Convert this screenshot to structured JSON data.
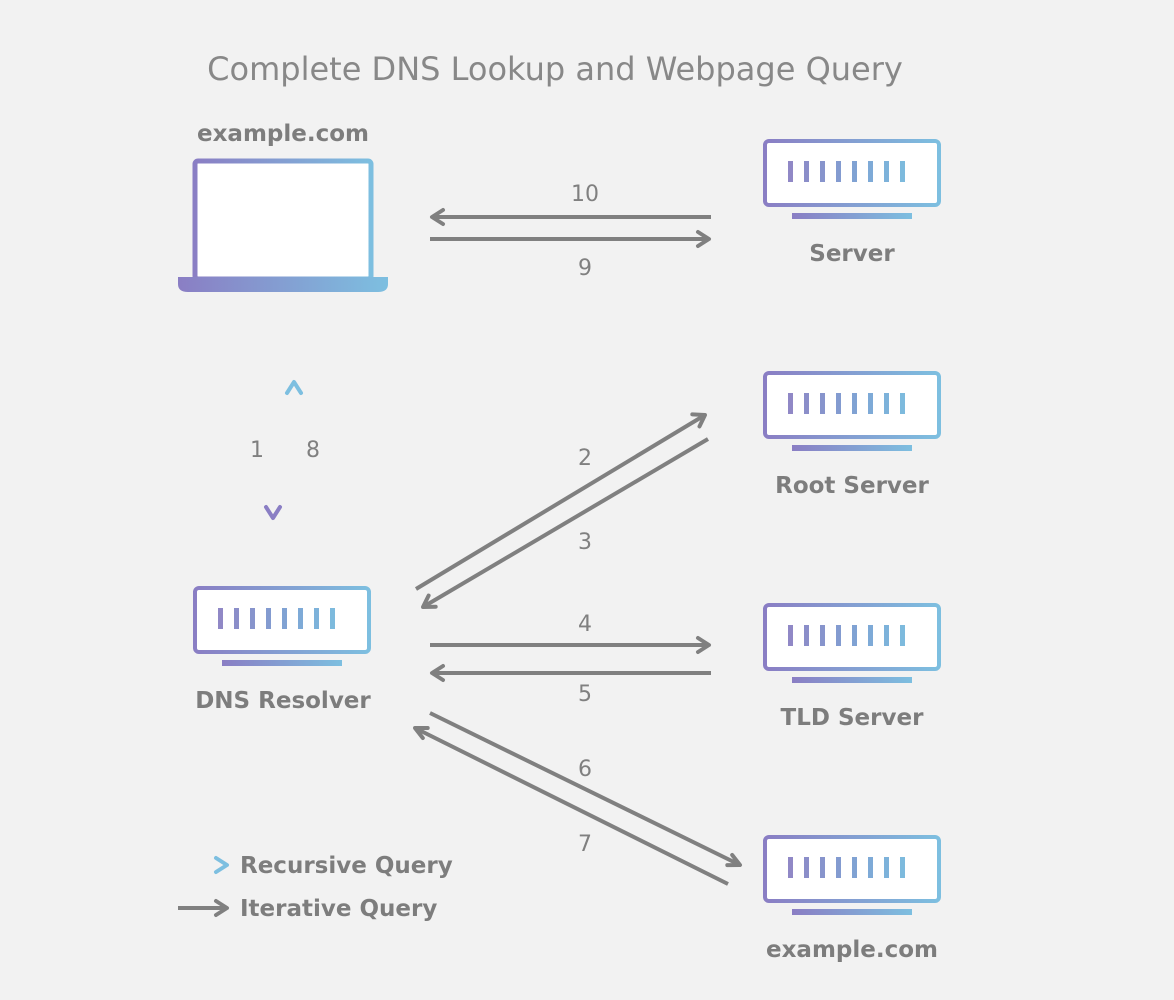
{
  "title": "Complete DNS Lookup and Webpage Query",
  "nodes": {
    "client": "example.com",
    "web_server": "Server",
    "dns_resolver": "DNS Resolver",
    "root_server": "Root Server",
    "tld_server": "TLD Server",
    "authoritative_server": "example.com"
  },
  "steps": [
    "1",
    "2",
    "3",
    "4",
    "5",
    "6",
    "7",
    "8",
    "9",
    "10"
  ],
  "legend": {
    "recursive": "Recursive Query",
    "iterative": "Iterative Query"
  },
  "colors": {
    "background": "#f2f2f2",
    "gradient_start": "#8a7ec4",
    "gradient_end": "#7dbfe0",
    "iterative_arrow": "#808080",
    "text": "#7d7d7d"
  }
}
